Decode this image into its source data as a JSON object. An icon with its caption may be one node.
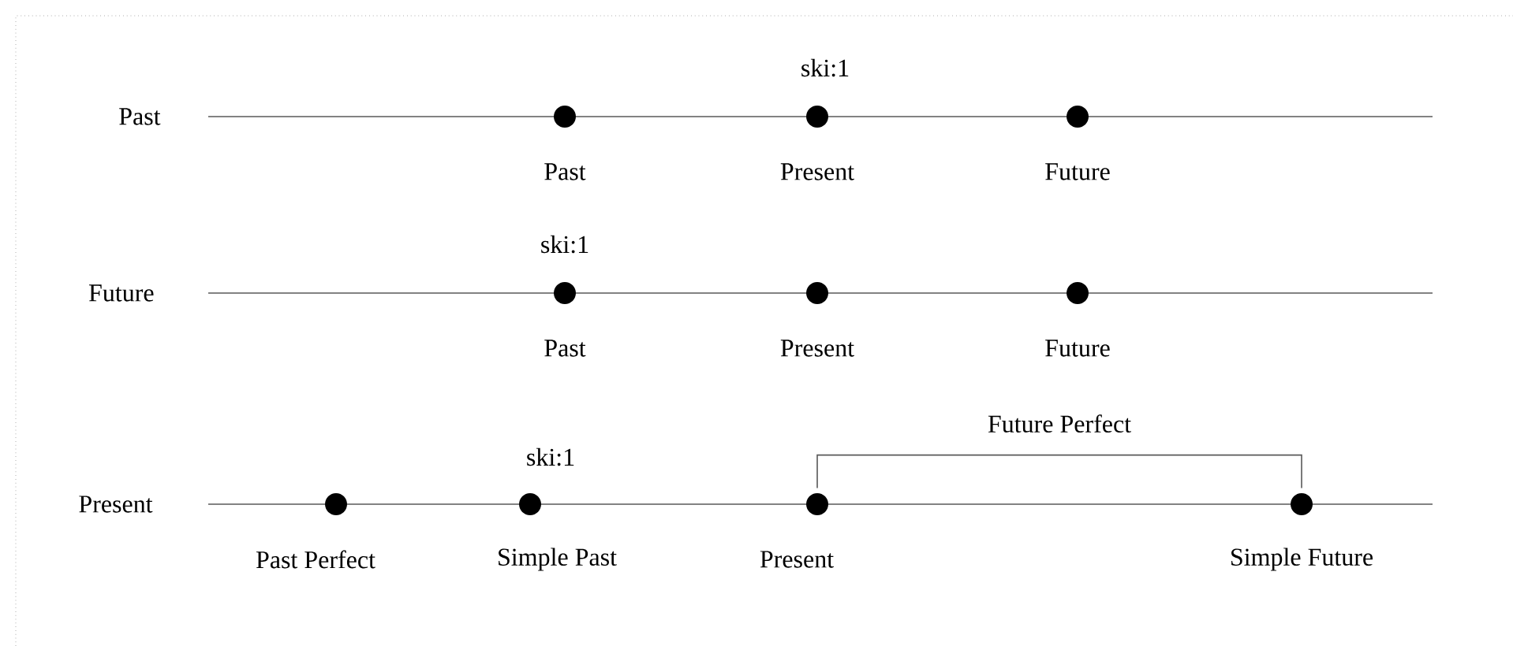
{
  "diagram": {
    "nodes": [
      {
        "text": [],
        "shape": "circle",
        "beside": [
          "Past"
        ]
      },
      {
        "text": [],
        "shape": "circle",
        "beside": [
          "ski:1",
          "Present"
        ]
      },
      {
        "text": [],
        "shape": "circle",
        "beside": [
          "Future"
        ]
      },
      {
        "text": [],
        "shape": "circle",
        "beside": [
          "ski:1",
          "Past"
        ]
      },
      {
        "text": [],
        "shape": "circle",
        "beside": [
          "Present"
        ]
      },
      {
        "text": [],
        "shape": "circle",
        "beside": [
          "Future"
        ]
      },
      {
        "text": [],
        "shape": "circle",
        "beside": [
          "Past Perfect"
        ]
      },
      {
        "text": [],
        "shape": "circle",
        "beside": [
          "ski:1",
          "Simple Past"
        ]
      },
      {
        "text": [],
        "shape": "circle",
        "beside": [
          "Present"
        ]
      },
      {
        "text": [],
        "shape": "circle",
        "beside": [
          "Simple Future"
        ]
      }
    ],
    "edges": [
      {
        "from": 8,
        "to": 9,
        "arrow": "none",
        "label": "Future Perfect"
      }
    ],
    "labels": [
      "Past",
      "Future",
      "Present"
    ]
  }
}
